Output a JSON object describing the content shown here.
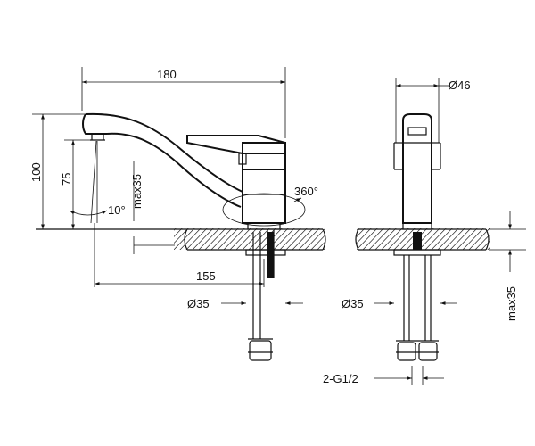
{
  "labels": {
    "overall_width": "180",
    "total_height": "100",
    "spout_height": "75",
    "spout_angle": "10°",
    "base_max": "max35",
    "rotation": "360°",
    "reach": "155",
    "base_diameter_left": "Ø35",
    "body_diameter": "Ø46",
    "base_diameter_right": "Ø35",
    "counter_max": "max35",
    "connection": "2-G1/2"
  }
}
